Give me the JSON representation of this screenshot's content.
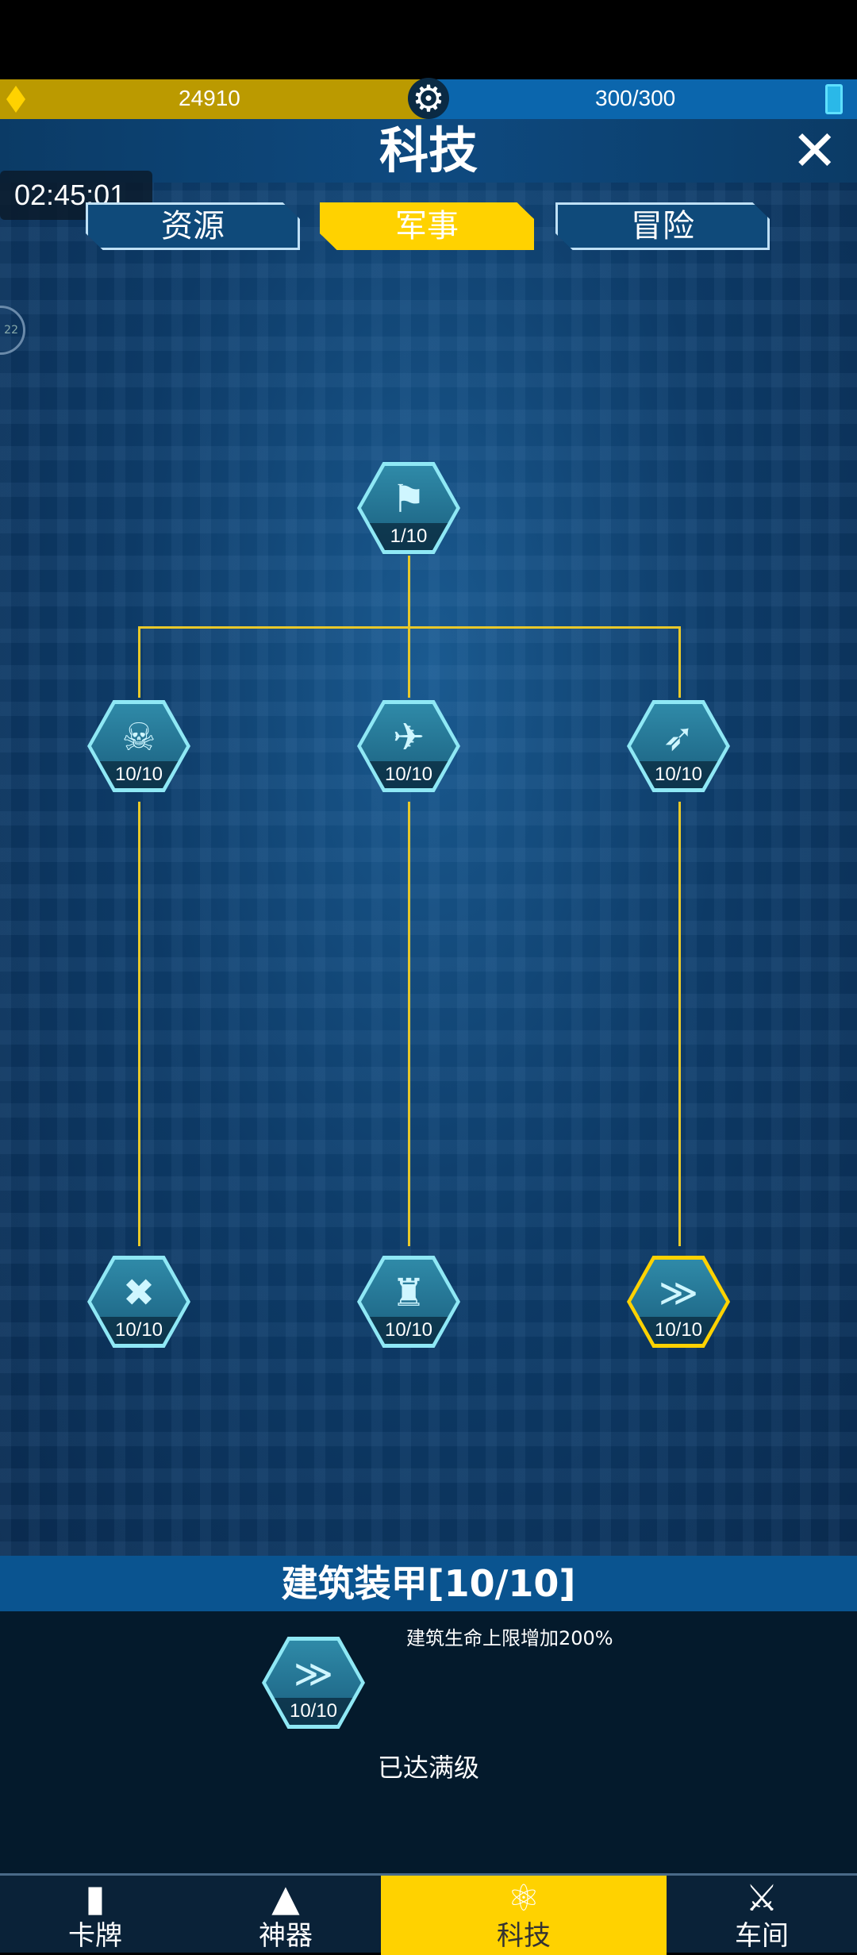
{
  "resources": {
    "gold": "24910",
    "energy": "300/300",
    "gold_icon": "diamond-icon",
    "settings_icon": "gear-icon",
    "energy_icon": "battery-icon"
  },
  "header": {
    "title": "科技",
    "close_icon": "close-icon"
  },
  "timer": "02:45:01",
  "side_badge": "22",
  "tabs": [
    {
      "label": "资源"
    },
    {
      "label": "军事",
      "active": true
    },
    {
      "label": "冒险"
    }
  ],
  "tree": {
    "nodes": [
      {
        "icon": "flag-icon",
        "glyph": "⚑",
        "level": "1/10"
      },
      {
        "icon": "skull-icon",
        "glyph": "☠",
        "level": "10/10"
      },
      {
        "icon": "rocket-ship-icon",
        "glyph": "✈",
        "level": "10/10"
      },
      {
        "icon": "missiles-icon",
        "glyph": "➶",
        "level": "10/10"
      },
      {
        "icon": "wrench-cross-icon",
        "glyph": "✖",
        "level": "10/10"
      },
      {
        "icon": "mech-icon",
        "glyph": "♜",
        "level": "10/10"
      },
      {
        "icon": "armor-chevron-icon",
        "glyph": "≫",
        "level": "10/10",
        "selected": true
      }
    ],
    "line_color": "#e8c82a"
  },
  "detail": {
    "title": "建筑装甲[10/10]",
    "description": "建筑生命上限增加200%",
    "level": "10/10",
    "status": "已达满级"
  },
  "nav": [
    {
      "label": "卡牌",
      "icon": "card-icon",
      "glyph": "▮"
    },
    {
      "label": "神器",
      "icon": "artifact-icon",
      "glyph": "▲"
    },
    {
      "label": "科技",
      "icon": "atom-icon",
      "glyph": "⚛",
      "active": true
    },
    {
      "label": "车间",
      "icon": "workshop-icon",
      "glyph": "⚔"
    }
  ],
  "colors": {
    "accent": "#ffd200",
    "gold_bar": "#bb9a00",
    "energy_bar": "#0b66ad"
  }
}
